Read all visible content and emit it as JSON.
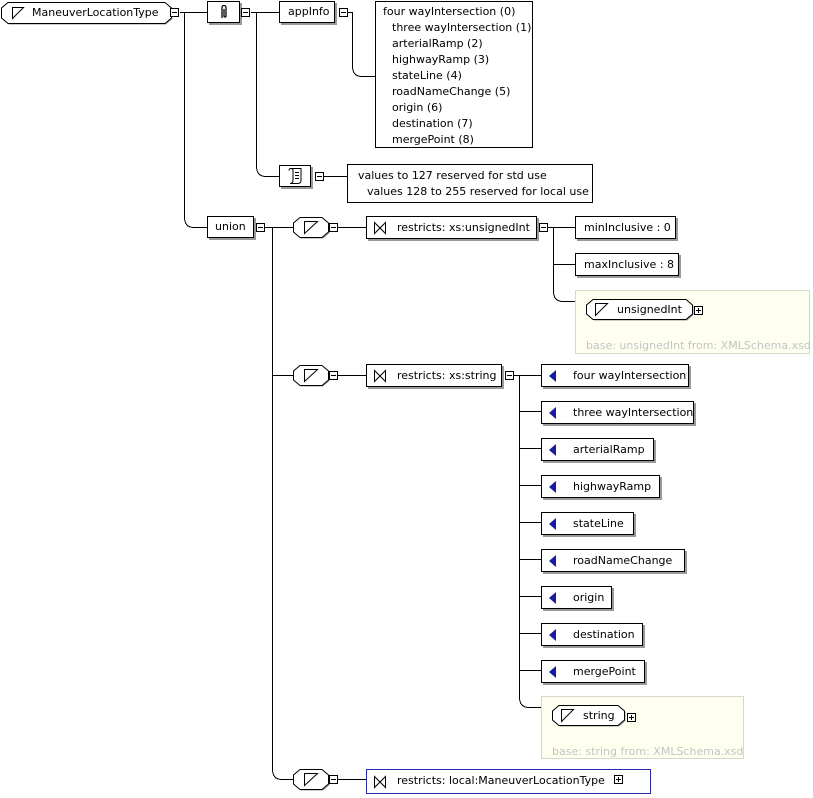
{
  "root": {
    "name": "ManeuverLocationType"
  },
  "annotation": {
    "appinfo_label": "appInfo",
    "appinfo_lines": [
      "four wayIntersection (0)",
      "three wayIntersection (1)",
      "arterialRamp (2)",
      "highwayRamp (3)",
      "stateLine (4)",
      "roadNameChange (5)",
      "origin (6)",
      "destination (7)",
      "mergePoint (8)"
    ],
    "documentation_lines": [
      "values to 127 reserved for std use",
      "values 128 to 255 reserved for local use"
    ]
  },
  "union": {
    "label": "union",
    "member1": {
      "restriction": "restricts: xs:unsignedInt",
      "facets": [
        "minInclusive : 0",
        "maxInclusive : 8"
      ],
      "base_type": "unsignedInt",
      "base_note": "base: unsignedInt from: XMLSchema.xsd"
    },
    "member2": {
      "restriction": "restricts: xs:string",
      "enumerations": [
        "four wayIntersection",
        "three wayIntersection",
        "arterialRamp",
        "highwayRamp",
        "stateLine",
        "roadNameChange",
        "origin",
        "destination",
        "mergePoint"
      ],
      "base_type": "string",
      "base_note": "base: string from: XMLSchema.xsd"
    },
    "member3": {
      "restriction": "restricts: local:ManeuverLocationType"
    }
  },
  "colors": {
    "enum_marker": "#1a1aa6",
    "note_bg": "#fffff0",
    "highlight_border": "#2a2aa8"
  }
}
